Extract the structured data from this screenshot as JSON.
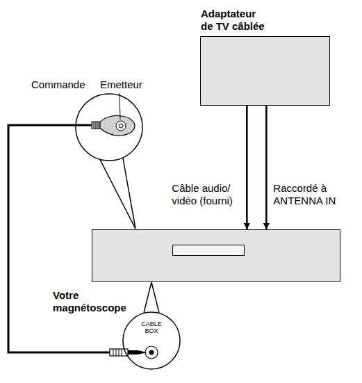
{
  "diagram": {
    "nodes": [
      {
        "text": [
          "Adaptateur de TV câblée"
        ]
      },
      {
        "text": [
          "Votre magnétoscope"
        ]
      },
      {
        "text": [
          "CABLE BOX"
        ]
      }
    ],
    "edges": [
      {
        "from": 0,
        "to": 1,
        "arrow": "to",
        "label": "Câble audio/ vidéo (fourni)"
      },
      {
        "from": 0,
        "to": 1,
        "arrow": "to",
        "label": "Raccordé à ANTENNA IN"
      }
    ],
    "labels": [
      "Commande",
      "Emetteur"
    ]
  }
}
